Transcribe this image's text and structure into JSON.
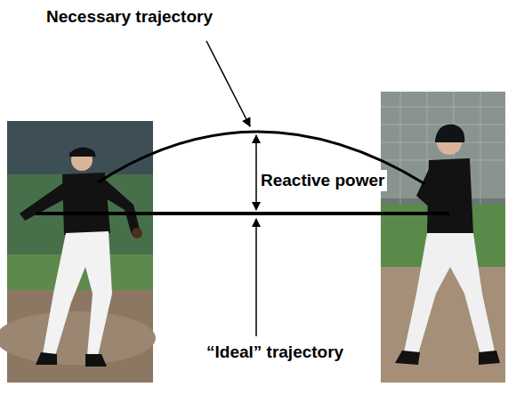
{
  "diagram": {
    "labels": [
      "Necessary trajectory",
      "Reactive power",
      "“Ideal” trajectory"
    ]
  }
}
